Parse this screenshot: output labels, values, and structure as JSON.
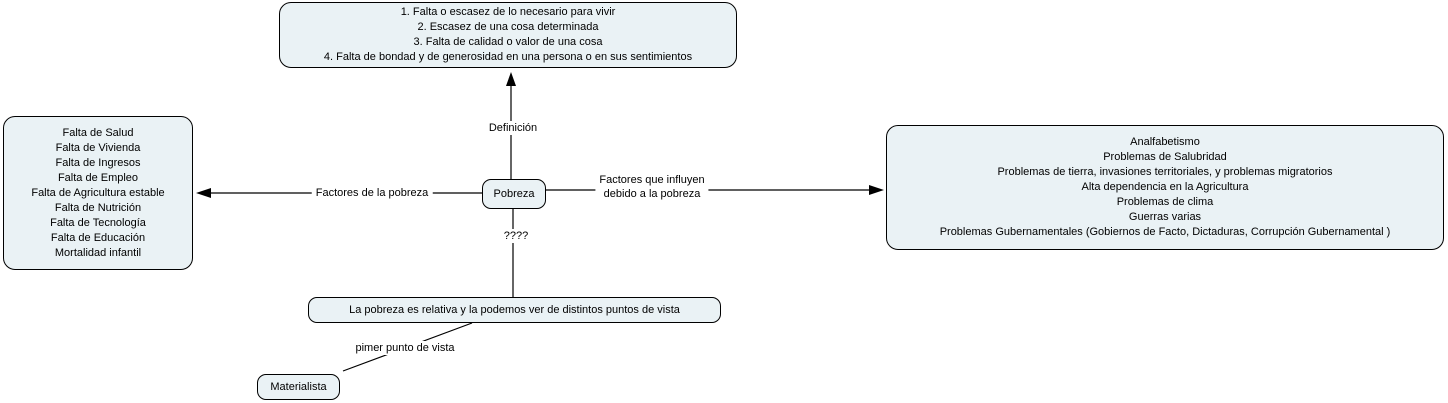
{
  "colors": {
    "node_fill": "#eaf2f5",
    "node_border": "#000000",
    "edge": "#000000",
    "background": "#ffffff",
    "text": "#000000"
  },
  "nodes": {
    "definitions": {
      "lines": [
        "1. Falta o escasez de lo necesario para vivir",
        "2. Escasez de una cosa determinada",
        "3. Falta de calidad o valor de una cosa",
        "4. Falta de bondad y de generosidad en una persona o en sus sentimientos"
      ]
    },
    "poverty_factors": {
      "lines": [
        "Falta de Salud",
        "Falta de Vivienda",
        "Falta de Ingresos",
        "Falta de Empleo",
        "Falta de Agricultura estable",
        "Falta de Nutrición",
        "Falta de Tecnología",
        "Falta de Educación",
        "Mortalidad infantil"
      ]
    },
    "influenced_problems": {
      "lines": [
        "Analfabetismo",
        "Problemas de Salubridad",
        "Problemas de tierra, invasiones territoriales, y problemas migratorios",
        "Alta dependencia en la Agricultura",
        "Problemas de clima",
        "Guerras varias",
        "Problemas Gubernamentales (Gobiernos de Facto, Dictaduras, Corrupción Gubernamental )"
      ]
    },
    "pobreza": {
      "label": "Pobreza"
    },
    "relativity": {
      "label": "La pobreza es relativa y la podemos ver de distintos puntos de vista"
    },
    "materialista": {
      "label": "Materialista"
    }
  },
  "edge_labels": {
    "definicion": "Definición",
    "factores_pobreza": "Factores de la pobreza",
    "factores_influyen": [
      "Factores que influyen",
      "debido a la pobreza"
    ],
    "unknown": "????",
    "primer_punto": "pimer punto de vista"
  }
}
